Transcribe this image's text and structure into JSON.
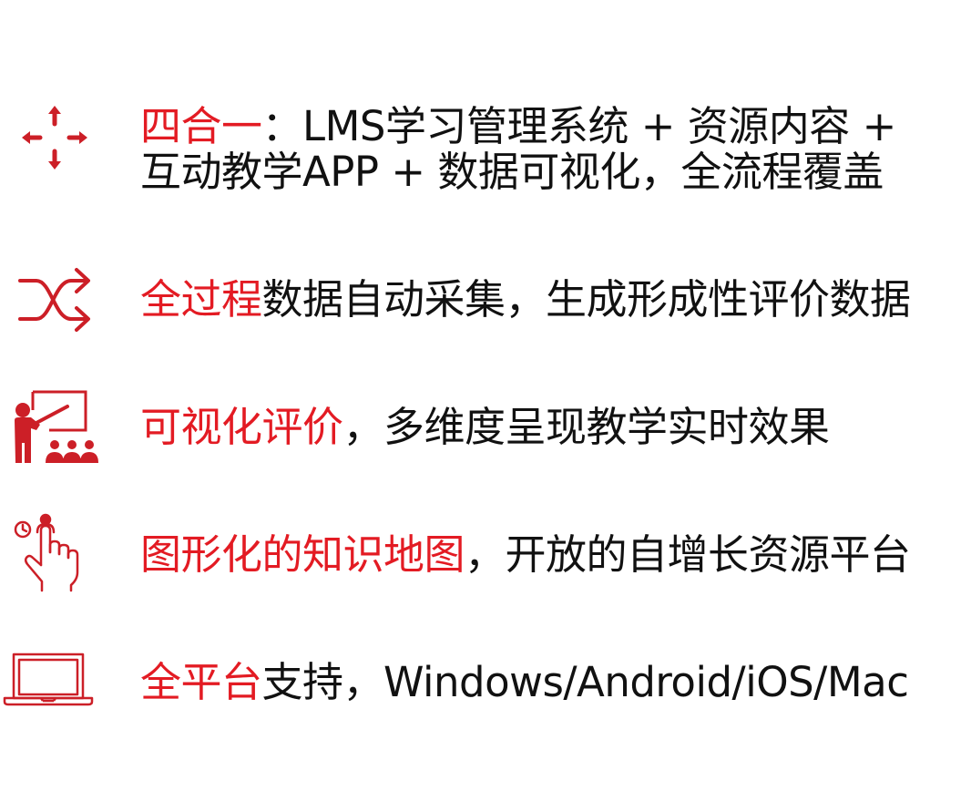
{
  "accent_color": "#e31b23",
  "text_color": "#111111",
  "items": [
    {
      "icon": "expand-arrows-icon",
      "highlight": "四合一",
      "line1_rest": "：LMS学习管理系统 + 资源内容 +",
      "line2": "互动教学APP + 数据可视化，全流程覆盖"
    },
    {
      "icon": "shuffle-icon",
      "highlight": "全过程",
      "rest": "数据自动采集，生成形成性评价数据"
    },
    {
      "icon": "teacher-presentation-icon",
      "highlight": "可视化评价",
      "rest": "，多维度呈现教学实时效果"
    },
    {
      "icon": "touch-hand-icon",
      "highlight": "图形化的知识地图",
      "rest": "，开放的自增长资源平台"
    },
    {
      "icon": "laptop-icon",
      "highlight": "全平台",
      "rest": "支持，Windows/Android/iOS/Mac"
    }
  ]
}
